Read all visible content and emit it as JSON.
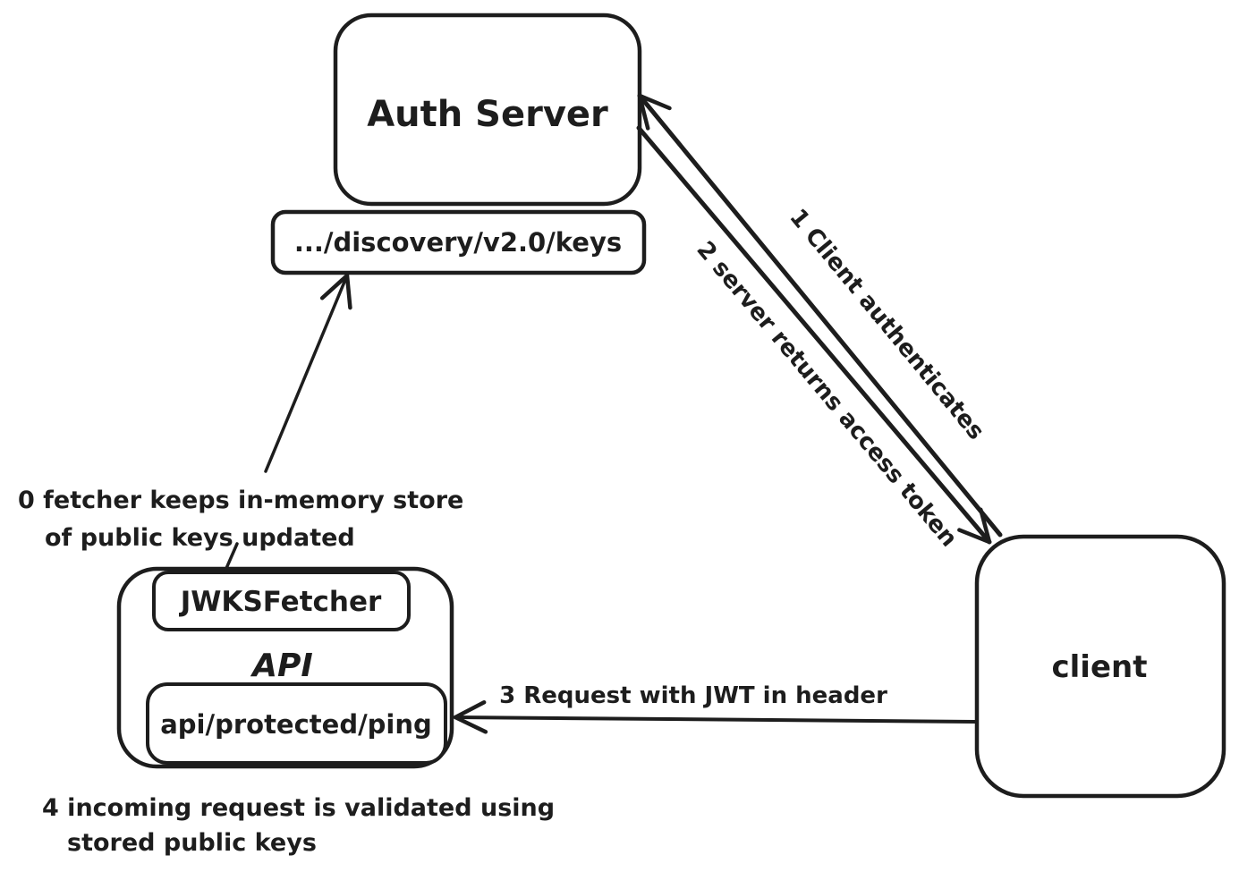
{
  "canvas": {
    "background": "#ffffff",
    "stroke_color": "#1d1d1d"
  },
  "nodes": {
    "auth_server": {
      "label": "Auth Server"
    },
    "discovery_endpoint": {
      "label": ".../discovery/v2.0/keys"
    },
    "client": {
      "label": "client"
    },
    "api": {
      "label": "API"
    },
    "jwks_fetcher": {
      "label": "JWKSFetcher"
    },
    "protected_endpoint": {
      "label": "api/protected/ping"
    }
  },
  "edges": {
    "client_authenticates": {
      "label": "1 Client authenticates",
      "from": "client",
      "to": "auth_server"
    },
    "server_returns_token": {
      "label": "2 server returns access token",
      "from": "auth_server",
      "to": "client"
    },
    "request_with_jwt": {
      "label": "3 Request with JWT in header",
      "from": "client",
      "to": "protected_endpoint"
    },
    "fetcher_updates_keys": {
      "from": "jwks_fetcher",
      "to": "discovery_endpoint"
    }
  },
  "annotations": {
    "fetcher_note": {
      "line1": "0 fetcher keeps in-memory store",
      "line2": "of public keys updated"
    },
    "validation_note": {
      "line1": "4 incoming request is validated using",
      "line2": "stored public keys"
    }
  }
}
